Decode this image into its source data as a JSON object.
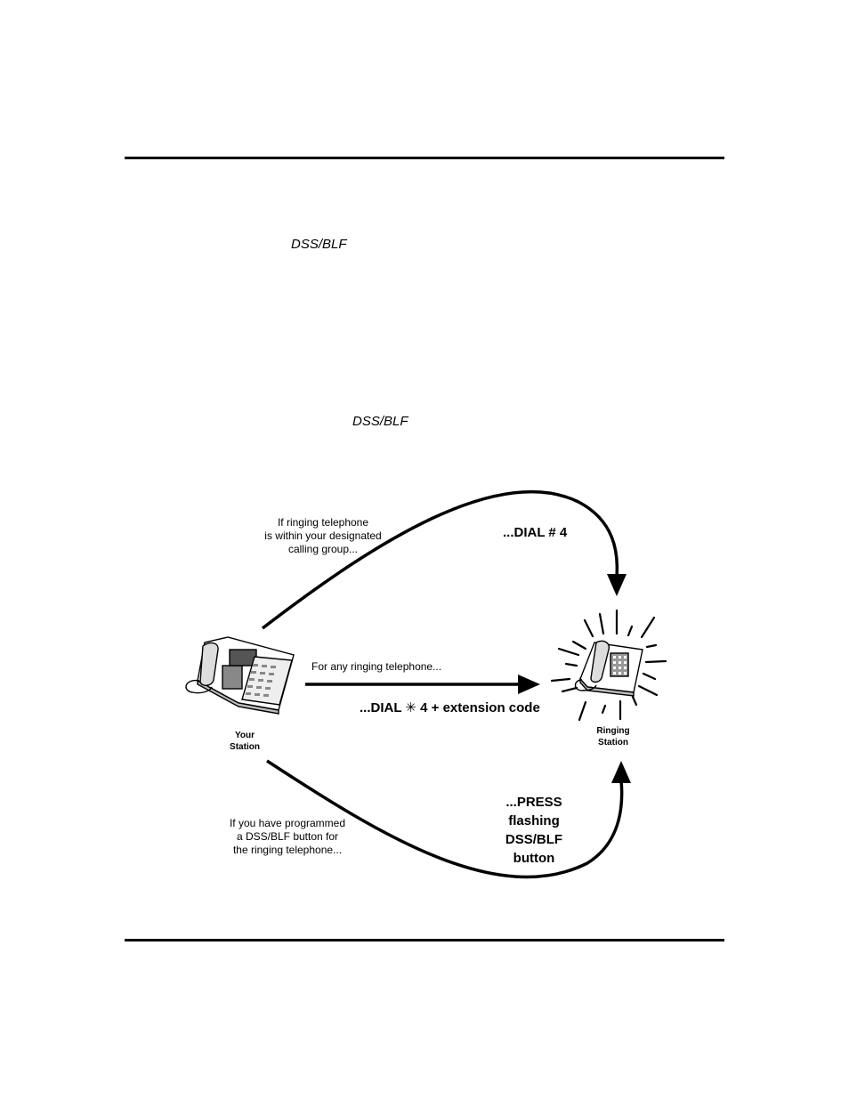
{
  "text": {
    "dss_blf_1": "DSS/BLF",
    "dss_blf_2": "DSS/BLF"
  },
  "diagram": {
    "top_path": {
      "caption": [
        "If ringing telephone",
        "is within your designated",
        "calling group..."
      ],
      "action": "...DIAL # 4"
    },
    "middle_path": {
      "caption": "For any ringing telephone...",
      "action_prefix": "...DIAL",
      "action_symbol": "✳",
      "action_suffix": "4 + extension code"
    },
    "bottom_path": {
      "caption": [
        "If you have programmed",
        "a DSS/BLF button for",
        "the ringing telephone..."
      ],
      "action": [
        "...PRESS",
        "flashing",
        "DSS/BLF",
        "button"
      ]
    },
    "your_station": [
      "Your",
      "Station"
    ],
    "ringing_station": [
      "Ringing",
      "Station"
    ]
  },
  "icons": {
    "your_phone": "desk-telephone-with-dss-console-icon",
    "ringing_phone": "ringing-telephone-icon"
  }
}
